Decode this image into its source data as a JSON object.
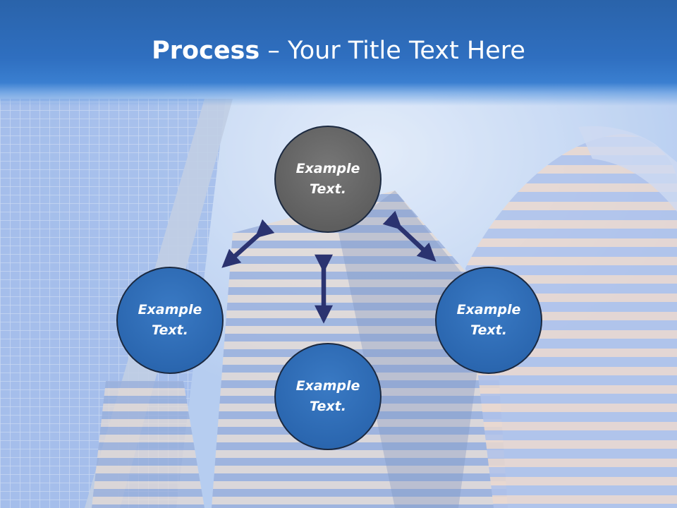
{
  "title": {
    "bold": "Process",
    "rest": " – Your Title Text Here"
  },
  "nodes": {
    "top": {
      "line1": "Example",
      "line2": "Text."
    },
    "left": {
      "line1": "Example",
      "line2": "Text."
    },
    "bottom": {
      "line1": "Example",
      "line2": "Text."
    },
    "right": {
      "line1": "Example",
      "line2": "Text."
    }
  },
  "colors": {
    "title_bar": "#2f6fc0",
    "top_node": "#666666",
    "blue_node": "#2b67b0",
    "arrow": "#2b3370"
  }
}
